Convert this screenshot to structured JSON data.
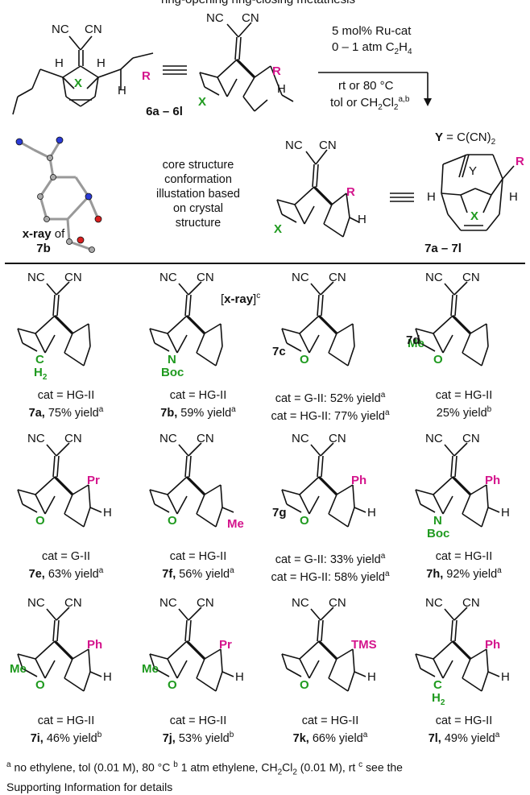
{
  "header": {
    "title_partial": "ring-opening ring-closing metathesis",
    "substrate_label": "6a – 6l",
    "product_label": "7a – 7l",
    "conditions": {
      "line1": "5 mol% Ru-cat",
      "line2": "0 – 1 atm C",
      "line2_sub": "2",
      "line2_end": "H",
      "line2_sub2": "4",
      "line3": "rt or 80 °C",
      "line4": "tol or CH",
      "line4_sub": "2",
      "line4_mid": "Cl",
      "line4_sub2": "2",
      "line4_sup": "a,b"
    },
    "xray_label_bold": "x-ray",
    "xray_label_rest": " of",
    "xray_compound": "7b",
    "core_caption": [
      "core structure",
      "conformation",
      "illustation based",
      "on crystal",
      "structure"
    ],
    "y_def_bold": "Y",
    "y_def_rest": " = C(CN)",
    "y_def_sub": "2",
    "atoms": {
      "nc": "NC",
      "cn": "CN",
      "x": "X",
      "y": "Y",
      "r": "R",
      "h": "H"
    }
  },
  "compounds": [
    {
      "id": "7a",
      "label_bold": "7a,",
      "cat": "cat = HG-II",
      "yield": " 75% yield",
      "sup": "a",
      "bridge": "C",
      "bridge2": "H2",
      "subst": ""
    },
    {
      "id": "7b",
      "label_bold": "7b,",
      "cat": "cat = HG-II",
      "yield": " 59% yield",
      "sup": "a",
      "bridge": "N",
      "bridge2": "Boc",
      "subst": "",
      "note_pre": "[",
      "note_bold": "x-ray",
      "note_post": "]",
      "note_sup": "c"
    },
    {
      "id": "7c",
      "label_bold": "7c",
      "cat1": "cat = G-II:  52% yield",
      "sup1": "a",
      "cat2": "cat = HG-II:  77% yield",
      "sup2": "a",
      "bridge": "O"
    },
    {
      "id": "7d",
      "label_bold": "7d",
      "cat": "cat = HG-II",
      "yield_line": "25% yield",
      "sup": "b",
      "bridge": "O",
      "me": "Me"
    },
    {
      "id": "7e",
      "label_bold": "7e,",
      "cat": "cat = G-II",
      "yield": " 63% yield",
      "sup": "a",
      "bridge": "O",
      "r": "Pr"
    },
    {
      "id": "7f",
      "label_bold": "7f,",
      "cat": "cat = HG-II",
      "yield": " 56% yield",
      "sup": "a",
      "bridge": "O",
      "r": "Me"
    },
    {
      "id": "7g",
      "label_bold": "7g",
      "cat1": "cat = G-II:  33% yield",
      "sup1": "a",
      "cat2": "cat =  HG-II: 58% yield",
      "sup2": "a",
      "bridge": "O",
      "r": "Ph"
    },
    {
      "id": "7h",
      "label_bold": "7h,",
      "cat": "cat = HG-II",
      "yield": " 92% yield",
      "sup": "a",
      "bridge": "N",
      "bridge2": "Boc",
      "r": "Ph"
    },
    {
      "id": "7i",
      "label_bold": "7i,",
      "cat": "cat = HG-II",
      "yield": " 46% yield",
      "sup": "b",
      "bridge": "O",
      "me": "Me",
      "r": "Ph"
    },
    {
      "id": "7j",
      "label_bold": "7j,",
      "cat": "cat = HG-II",
      "yield": " 53% yield",
      "sup": "b",
      "bridge": "O",
      "me": "Me",
      "r": "Pr"
    },
    {
      "id": "7k",
      "label_bold": "7k,",
      "cat": "cat = HG-II",
      "yield": " 66% yield",
      "sup": "a",
      "bridge": "O",
      "r": "TMS"
    },
    {
      "id": "7l",
      "label_bold": "7l,",
      "cat": "cat =  HG-II",
      "yield": " 49% yield",
      "sup": "a",
      "bridge": "C",
      "bridge2": "H2",
      "r": "Ph"
    }
  ],
  "footnotes": {
    "a_sup": "a",
    "a_text": " no ethylene, tol (0.01 M), 80 °C ",
    "b_sup": "b",
    "b_text": " 1 atm ethylene, CH",
    "b_sub": "2",
    "b_text2": "Cl",
    "b_sub2": "2",
    "b_text3": " (0.01 M), rt ",
    "c_sup": "c",
    "c_text": " see the",
    "line2": "Supporting Information for details"
  }
}
